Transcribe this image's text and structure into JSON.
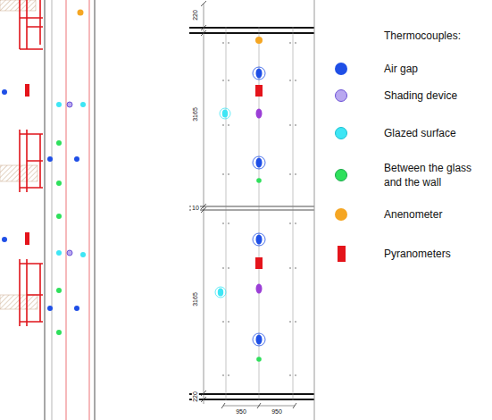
{
  "diagram": {
    "labels": [
      "220",
      "3165",
      "10",
      "3165",
      "220",
      "950",
      "950",
      "Thermocouples:"
    ],
    "legend": [
      {
        "text": "Air gap",
        "color": "#1f4fe6"
      },
      {
        "text": "Shading device",
        "color": "#b9a8f0"
      },
      {
        "text": "Glazed surface",
        "color": "#3ee6f5"
      },
      {
        "text": "Between the glass and the wall",
        "color": "#2fe05c"
      },
      {
        "text": "Anenometer",
        "color": "#f5a623"
      },
      {
        "text": "Pyranometers",
        "color": "#e4141b"
      }
    ]
  }
}
